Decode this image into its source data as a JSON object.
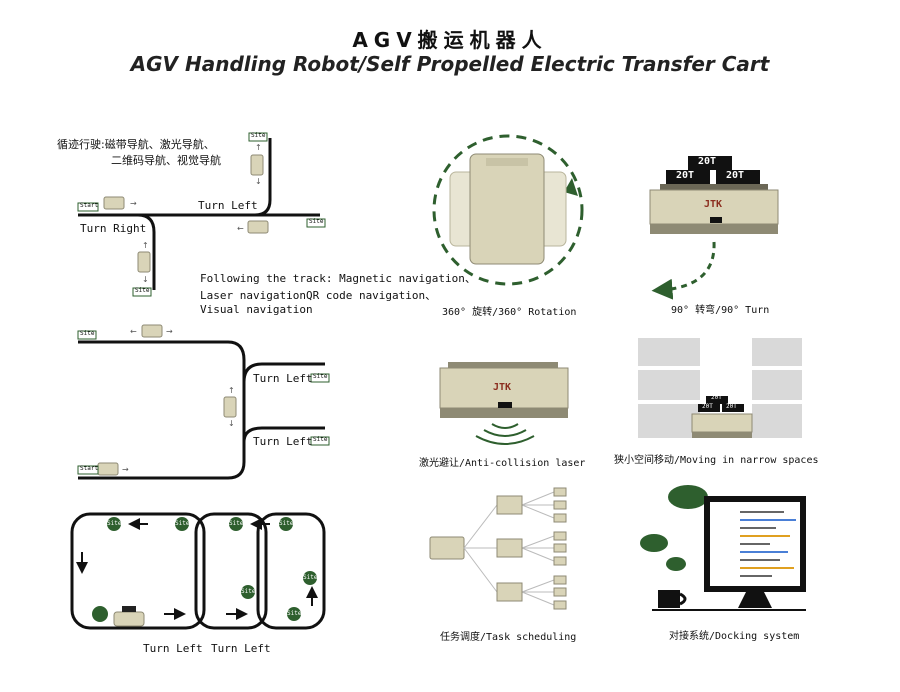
{
  "header": {
    "title_cn": "AGV搬运机器人",
    "title_en": "AGV Handling Robot/Self Propelled Electric Transfer Cart"
  },
  "track_section": {
    "cn_line1": "循迹行驶:磁带导航、激光导航、",
    "cn_line2": "二维码导航、视觉导航",
    "en_line1": "Following the track: Magnetic navigation、",
    "en_line2": "Laser navigationQR code navigation、",
    "en_line3": "Visual navigation",
    "turn_left": "Turn Left",
    "turn_right": "Turn Right",
    "site": "Site",
    "start": "Start"
  },
  "features": {
    "rotation": "360° 旋转/360° Rotation",
    "turn90": "90° 转弯/90° Turn",
    "anti_collision": "激光避让/Anti-collision laser",
    "narrow": "狭小空间移动/Moving in narrow spaces",
    "task": "任务调度/Task scheduling",
    "docking": "对接系统/Docking system"
  },
  "cart": {
    "load_label": "20T",
    "brand": "JTK"
  },
  "colors": {
    "track": "#111111",
    "cart_body": "#d9d4b8",
    "cart_dark": "#8e8a74",
    "green": "#2e5f2e",
    "light_gray": "#d9d9d9"
  }
}
